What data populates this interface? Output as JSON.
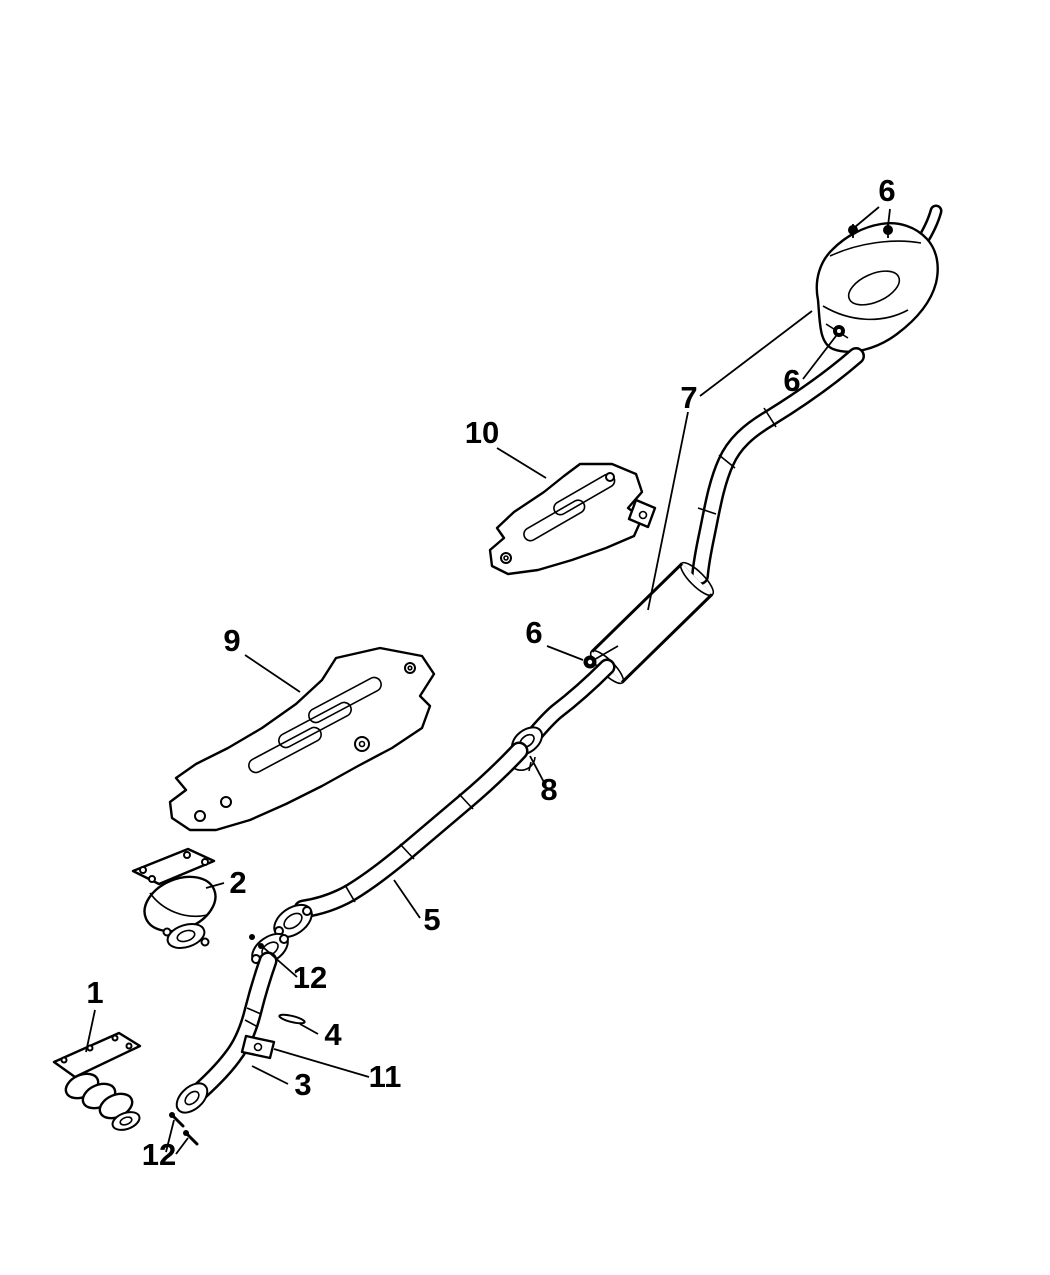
{
  "diagram": {
    "background_color": "#ffffff",
    "line_color": "#000000",
    "callouts": [
      {
        "id": "callout-1",
        "label": "1"
      },
      {
        "id": "callout-2",
        "label": "2"
      },
      {
        "id": "callout-3",
        "label": "3"
      },
      {
        "id": "callout-4",
        "label": "4"
      },
      {
        "id": "callout-5",
        "label": "5"
      },
      {
        "id": "callout-6-muffler-studs",
        "label": "6"
      },
      {
        "id": "callout-6-muffler-isolator",
        "label": "6"
      },
      {
        "id": "callout-6-resonator-hanger",
        "label": "6"
      },
      {
        "id": "callout-7",
        "label": "7"
      },
      {
        "id": "callout-8",
        "label": "8"
      },
      {
        "id": "callout-9",
        "label": "9"
      },
      {
        "id": "callout-10",
        "label": "10"
      },
      {
        "id": "callout-11",
        "label": "11"
      },
      {
        "id": "callout-12-flange-bolts",
        "label": "12"
      },
      {
        "id": "callout-12-manifold-studs",
        "label": "12"
      }
    ]
  }
}
